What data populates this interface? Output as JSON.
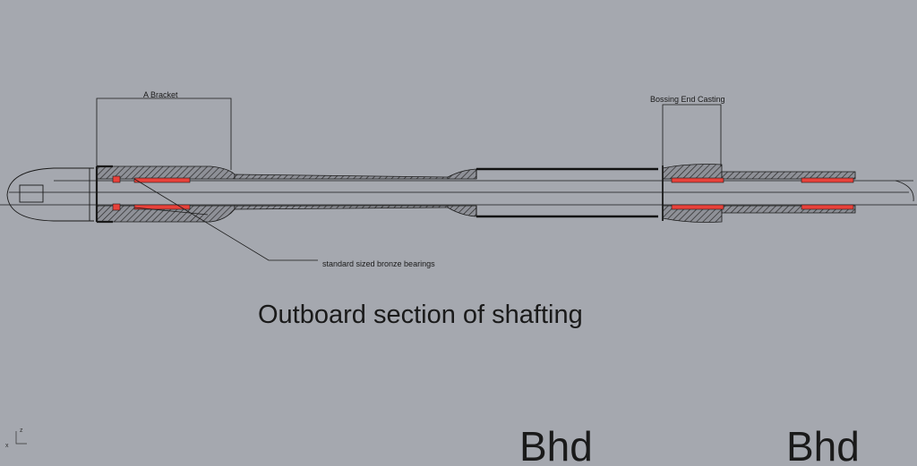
{
  "labels": {
    "a_bracket": "A Bracket",
    "bossing_end_casting": "Bossing End Casting",
    "bearings_note": "standard sized bronze bearings",
    "caption": "Outboard section of shafting",
    "bhd_left": "Bhd",
    "bhd_right": "Bhd",
    "axis_x": "x",
    "axis_z": "z"
  },
  "colors": {
    "background": "#a5a8af",
    "bearing": "#e8413a",
    "hatch_fill": "#8e9097",
    "line": "#1a1a1a"
  }
}
